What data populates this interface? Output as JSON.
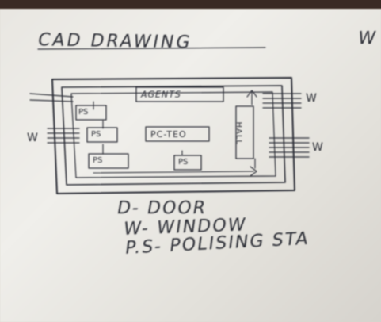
{
  "sheet": {
    "title": "CAD DRAWING",
    "title_fragment": "W"
  },
  "plan": {
    "rooms": [
      {
        "label": "AGENTS"
      },
      {
        "label": "PS"
      },
      {
        "label": "PS"
      },
      {
        "label": "PC-TEO"
      },
      {
        "label": "PS"
      },
      {
        "label": "PS"
      },
      {
        "label": "HALL"
      }
    ],
    "window_labels": [
      "W",
      "W",
      "W"
    ]
  },
  "legend": {
    "door": "D- DOOR",
    "window": "W- WINDOW",
    "ps": "P.S- POLISING STA"
  }
}
